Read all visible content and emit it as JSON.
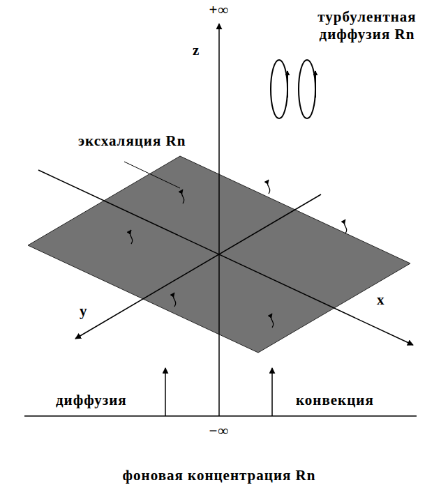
{
  "diagram": {
    "labels": [
      "+∞",
      "z",
      "турбулентная диффузия Rn",
      "эксхаляция Rn",
      "x",
      "y",
      "диффузия",
      "конвекция",
      "−∞",
      "фоновая концентрация Rn"
    ]
  }
}
